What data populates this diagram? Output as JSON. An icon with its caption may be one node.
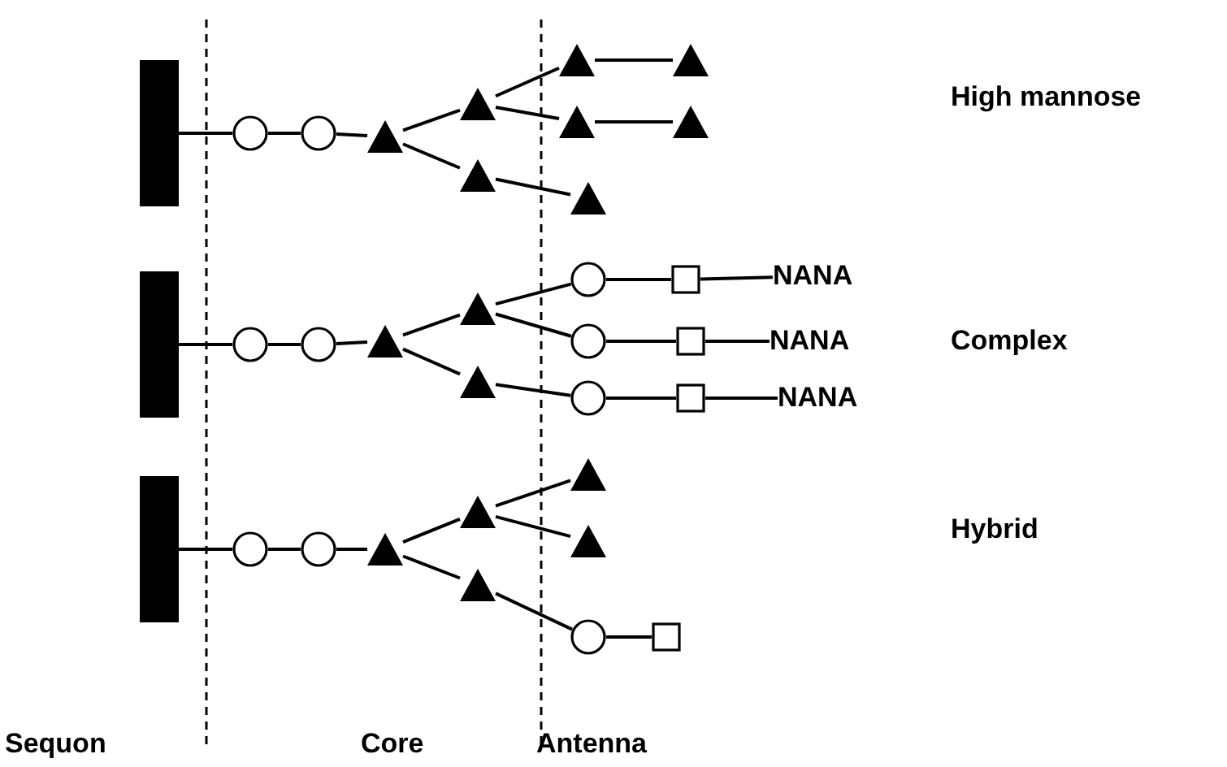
{
  "diagram": {
    "nodes": [
      {
        "text": [],
        "shape": "bar"
      },
      {
        "text": [],
        "shape": "circle"
      },
      {
        "text": [],
        "shape": "circle"
      },
      {
        "text": [],
        "shape": "triangle"
      },
      {
        "text": [],
        "shape": "triangle"
      },
      {
        "text": [],
        "shape": "triangle"
      },
      {
        "text": [],
        "shape": "triangle"
      },
      {
        "text": [],
        "shape": "triangle"
      },
      {
        "text": [],
        "shape": "triangle"
      },
      {
        "text": [],
        "shape": "triangle"
      },
      {
        "text": [],
        "shape": "triangle"
      },
      {
        "text": [],
        "shape": "bar"
      },
      {
        "text": [],
        "shape": "circle"
      },
      {
        "text": [],
        "shape": "circle"
      },
      {
        "text": [],
        "shape": "triangle"
      },
      {
        "text": [],
        "shape": "triangle"
      },
      {
        "text": [],
        "shape": "circle"
      },
      {
        "text": [],
        "shape": "box"
      },
      {
        "text": [
          "NANA"
        ]
      },
      {
        "text": [],
        "shape": "circle"
      },
      {
        "text": [],
        "shape": "box"
      },
      {
        "text": [
          "NANA"
        ]
      },
      {
        "text": [],
        "shape": "triangle"
      },
      {
        "text": [],
        "shape": "circle"
      },
      {
        "text": [],
        "shape": "box"
      },
      {
        "text": [
          "NANA"
        ]
      },
      {
        "text": [],
        "shape": "bar"
      },
      {
        "text": [],
        "shape": "circle"
      },
      {
        "text": [],
        "shape": "circle"
      },
      {
        "text": [],
        "shape": "triangle"
      },
      {
        "text": [],
        "shape": "triangle"
      },
      {
        "text": [],
        "shape": "triangle"
      },
      {
        "text": [],
        "shape": "triangle"
      },
      {
        "text": [],
        "shape": "triangle"
      },
      {
        "text": [],
        "shape": "circle"
      },
      {
        "text": [],
        "shape": "box"
      }
    ],
    "edges": [
      {
        "from": 0,
        "to": 1,
        "arrow": "none"
      },
      {
        "from": 1,
        "to": 2,
        "arrow": "none"
      },
      {
        "from": 2,
        "to": 3,
        "arrow": "none"
      },
      {
        "from": 3,
        "to": 4,
        "arrow": "none"
      },
      {
        "from": 4,
        "to": 5,
        "arrow": "none"
      },
      {
        "from": 5,
        "to": 6,
        "arrow": "none"
      },
      {
        "from": 4,
        "to": 7,
        "arrow": "none"
      },
      {
        "from": 7,
        "to": 8,
        "arrow": "none"
      },
      {
        "from": 3,
        "to": 9,
        "arrow": "none"
      },
      {
        "from": 9,
        "to": 10,
        "arrow": "none"
      },
      {
        "from": 11,
        "to": 12,
        "arrow": "none"
      },
      {
        "from": 12,
        "to": 13,
        "arrow": "none"
      },
      {
        "from": 13,
        "to": 14,
        "arrow": "none"
      },
      {
        "from": 14,
        "to": 15,
        "arrow": "none"
      },
      {
        "from": 15,
        "to": 16,
        "arrow": "none"
      },
      {
        "from": 16,
        "to": 17,
        "arrow": "none"
      },
      {
        "from": 17,
        "to": 18,
        "arrow": "none"
      },
      {
        "from": 15,
        "to": 19,
        "arrow": "none"
      },
      {
        "from": 19,
        "to": 20,
        "arrow": "none"
      },
      {
        "from": 20,
        "to": 21,
        "arrow": "none"
      },
      {
        "from": 14,
        "to": 22,
        "arrow": "none"
      },
      {
        "from": 22,
        "to": 23,
        "arrow": "none"
      },
      {
        "from": 23,
        "to": 24,
        "arrow": "none"
      },
      {
        "from": 24,
        "to": 25,
        "arrow": "none"
      },
      {
        "from": 26,
        "to": 27,
        "arrow": "none"
      },
      {
        "from": 27,
        "to": 28,
        "arrow": "none"
      },
      {
        "from": 28,
        "to": 29,
        "arrow": "none"
      },
      {
        "from": 29,
        "to": 30,
        "arrow": "none"
      },
      {
        "from": 30,
        "to": 31,
        "arrow": "none"
      },
      {
        "from": 30,
        "to": 32,
        "arrow": "none"
      },
      {
        "from": 29,
        "to": 33,
        "arrow": "none"
      },
      {
        "from": 33,
        "to": 34,
        "arrow": "none"
      },
      {
        "from": 34,
        "to": 35,
        "arrow": "none"
      }
    ],
    "labels": [
      "High mannose",
      "Complex",
      "Hybrid",
      "Sequon",
      "Core",
      "Antenna"
    ]
  }
}
